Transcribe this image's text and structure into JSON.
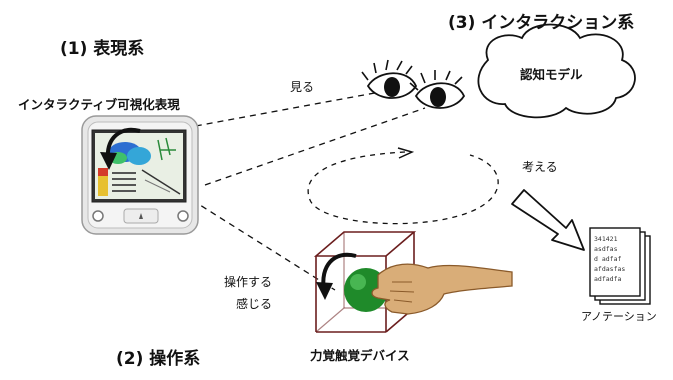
{
  "sections": {
    "representation": "(1) 表現系",
    "operation": "(2) 操作系",
    "interaction": "(3) インタラクション系"
  },
  "labels": {
    "monitor": "インタラクティブ可視化表現",
    "haptic_device": "力覚触覚デバイス",
    "cognitive_model": "認知モデル",
    "annotation": "アノテーション",
    "see": "見る",
    "think": "考える",
    "operate": "操作する",
    "feel": "感じる"
  },
  "annotation_text": [
    "341421",
    "asdfas",
    "d adfaf",
    "afdasfas",
    "adfadfa"
  ],
  "colors": {
    "device_cage": "#6b1e1e",
    "ball": "#1f8a2a",
    "hand": "#d9ad78",
    "arrow": "#111111"
  }
}
